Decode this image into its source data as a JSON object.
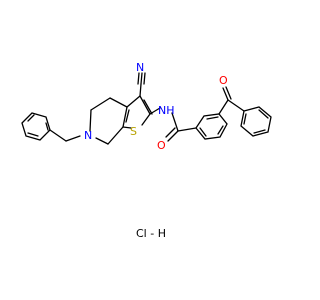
{
  "atom_labels": {
    "nitrogen_ring": "N",
    "sulfur": "S",
    "nitrile_nitrogen": "N",
    "amide_nh": "NH",
    "amide_oxygen": "O",
    "ketone_oxygen": "O"
  },
  "salt_label": "Cl - H",
  "colors": {
    "bond": "#000000",
    "nitrogen": "#0000ff",
    "sulfur": "#b8a200",
    "oxygen": "#ff0000",
    "carbon_nitrile": "#000000",
    "salt": "#000000"
  }
}
